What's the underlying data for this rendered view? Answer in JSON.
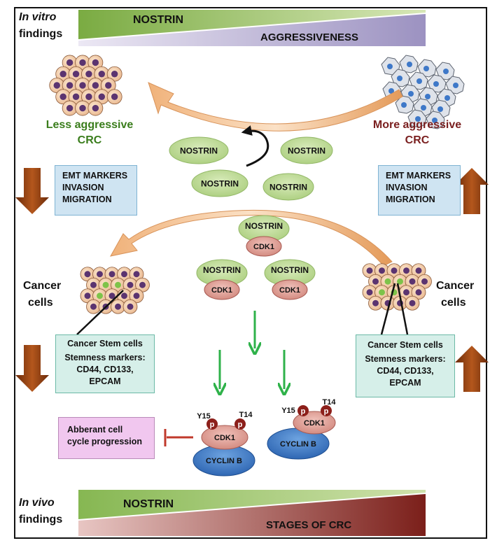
{
  "top_panel": {
    "title_line1": "In vitro",
    "title_line2": "findings",
    "bar_green_label": "NOSTRIN",
    "bar_purple_label": "AGGRESSIVENESS"
  },
  "left_state": {
    "label_line1": "Less aggressive",
    "label_line2": "CRC",
    "label_color": "#3a7d1c"
  },
  "right_state": {
    "label_line1": "More aggressive",
    "label_line2": "CRC",
    "label_color": "#7a1f1f"
  },
  "center_top": {
    "ellipses": [
      "NOSTRIN",
      "NOSTRIN",
      "NOSTRIN",
      "NOSTRIN"
    ]
  },
  "emt_left": {
    "lines": [
      "EMT MARKERS",
      "INVASION",
      "MIGRATION"
    ]
  },
  "emt_right": {
    "lines": [
      "EMT MARKERS",
      "INVASION",
      "MIGRATION"
    ]
  },
  "complexes": [
    {
      "top": "NOSTRIN",
      "bottom": "CDK1"
    },
    {
      "top": "NOSTRIN",
      "bottom": "CDK1"
    },
    {
      "top": "NOSTRIN",
      "bottom": "CDK1"
    }
  ],
  "cancer_left": {
    "line1": "Cancer",
    "line2": "cells"
  },
  "cancer_right": {
    "line1": "Cancer",
    "line2": "cells"
  },
  "stem_left": {
    "lines": [
      "Cancer Stem cells",
      "Stemness markers:",
      "CD44, CD133,",
      "EPCAM"
    ]
  },
  "stem_right": {
    "lines": [
      "Cancer Stem cells",
      "Stemness markers:",
      "CD44, CD133,",
      "EPCAM"
    ]
  },
  "phospho_left": {
    "y15": "Y15",
    "t14": "T14",
    "p": "p",
    "cdk1": "CDK1",
    "cyclin": "CYCLIN B"
  },
  "phospho_right": {
    "y15": "Y15",
    "t14": "T14",
    "p": "p",
    "cdk1": "CDK1",
    "cyclin": "CYCLIN B"
  },
  "aberrant": {
    "line1": "Abberant cell",
    "line2": "cycle progression"
  },
  "bottom_panel": {
    "title_line1": "In vivo",
    "title_line2": "findings",
    "bar_green_label": "NOSTRIN",
    "bar_red_label": "STAGES OF CRC"
  },
  "colors": {
    "green_bar": "#8cb85a",
    "purple_bar": "#a59ac4",
    "red_bar": "#8a2a25",
    "nostrin_fill": "#bcd896",
    "cdk1_fill": "#e0a39b",
    "cyclin_fill": "#3d7cc9",
    "arrow_brown": "#8a3b12",
    "arrow_green": "#2fb24a",
    "arc_orange": "#e8a86a"
  }
}
